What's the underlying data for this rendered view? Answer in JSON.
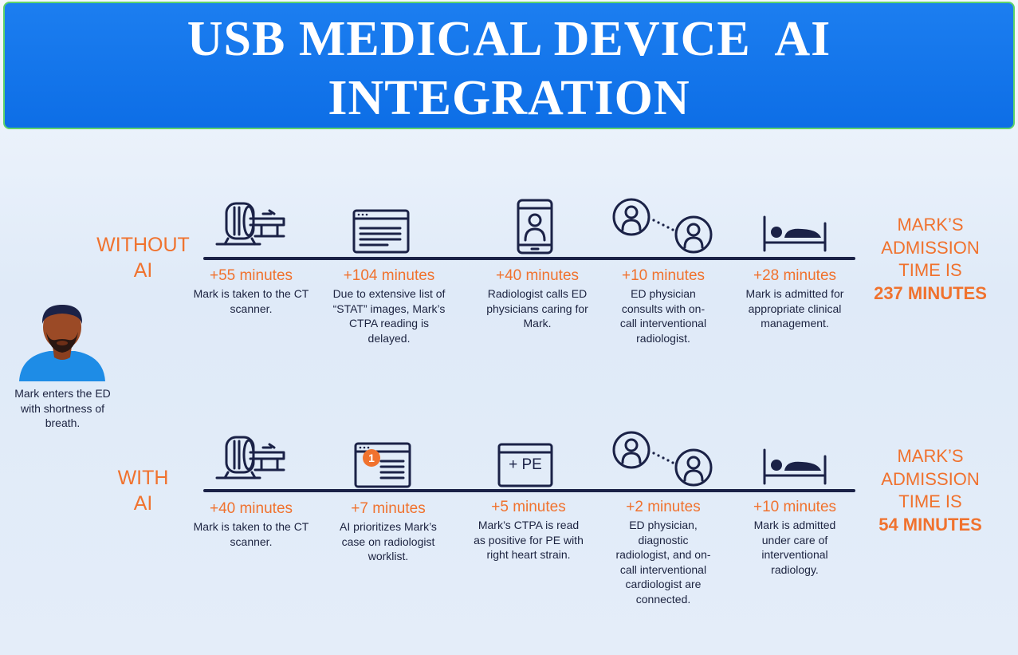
{
  "title": {
    "line1": "USB MEDICAL DEVICE  AI",
    "line2": "INTEGRATION"
  },
  "patient": {
    "caption": "Mark enters the ED with shortness of breath."
  },
  "without_ai": {
    "label_line1": "WITHOUT",
    "label_line2": "AI",
    "steps": [
      {
        "icon": "ct-scanner-icon",
        "time": "+55 minutes",
        "desc": "Mark is taken to the CT scanner."
      },
      {
        "icon": "worklist-icon",
        "time": "+104 minutes",
        "desc": "Due to extensive list of “STAT” images, Mark’s CTPA reading is delayed."
      },
      {
        "icon": "phone-call-icon",
        "time": "+40 minutes",
        "desc": "Radiologist calls ED physicians caring for Mark."
      },
      {
        "icon": "physicians-connect-icon",
        "time": "+10 minutes",
        "desc": "ED physician consults with on-call interventional radiologist."
      },
      {
        "icon": "hospital-bed-icon",
        "time": "+28 minutes",
        "desc": "Mark is admitted for appropriate clinical management."
      }
    ],
    "result": {
      "line1": "MARK’S",
      "line2": "ADMISSION",
      "line3": "TIME IS",
      "total": "237 MINUTES"
    }
  },
  "with_ai": {
    "label_line1": "WITH",
    "label_line2": "AI",
    "steps": [
      {
        "icon": "ct-scanner-icon",
        "time": "+40 minutes",
        "desc": "Mark is taken to the CT scanner."
      },
      {
        "icon": "prioritized-worklist-icon",
        "time": "+7 minutes",
        "desc": "AI prioritizes Mark’s case on radiologist worklist.",
        "badge": "1"
      },
      {
        "icon": "pe-report-icon",
        "time": "+5 minutes",
        "desc": "Mark’s CTPA is read as positive for PE with right heart strain.",
        "report_text": "+ PE"
      },
      {
        "icon": "physicians-connect-icon",
        "time": "+2 minutes",
        "desc": "ED physician, diagnostic radiologist, and on-call interventional cardiologist are connected."
      },
      {
        "icon": "hospital-bed-icon",
        "time": "+10 minutes",
        "desc": "Mark is admitted under care of interventional radiology."
      }
    ],
    "result": {
      "line1": "MARK’S",
      "line2": "ADMISSION",
      "line3": "TIME IS",
      "total": "54 MINUTES"
    }
  },
  "colors": {
    "banner": "#1177ec",
    "accent": "#f0722e",
    "navy": "#1b2247",
    "avatar_shirt": "#1e8ce6",
    "avatar_skin": "#9b4a26"
  }
}
